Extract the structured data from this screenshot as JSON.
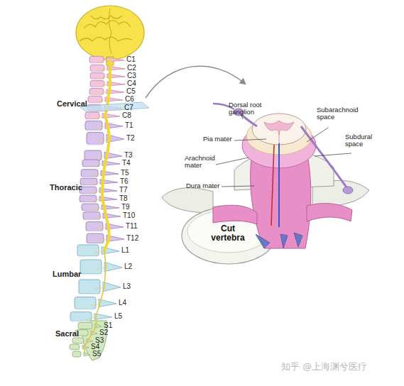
{
  "diagram": {
    "labels": [
      "C1",
      "C2",
      "C3",
      "C4",
      "C5",
      "C6",
      "C7",
      "C8",
      "T1",
      "T2",
      "T3",
      "T4",
      "T5",
      "T6",
      "T7",
      "T8",
      "T9",
      "T10",
      "T11",
      "T12",
      "L1",
      "L2",
      "L3",
      "L4",
      "L5",
      "S1",
      "S2",
      "S3",
      "S4",
      "S5",
      "Cervical",
      "Thoracic",
      "Lumbar",
      "Sacral",
      "Dorsal root ganglion",
      "Subarachnoid space",
      "Subdural space",
      "Pia mater",
      "Arachnoid mater",
      "Dura mater",
      "Cut vertebra",
      "知乎 @上海渊兮医疗"
    ]
  }
}
